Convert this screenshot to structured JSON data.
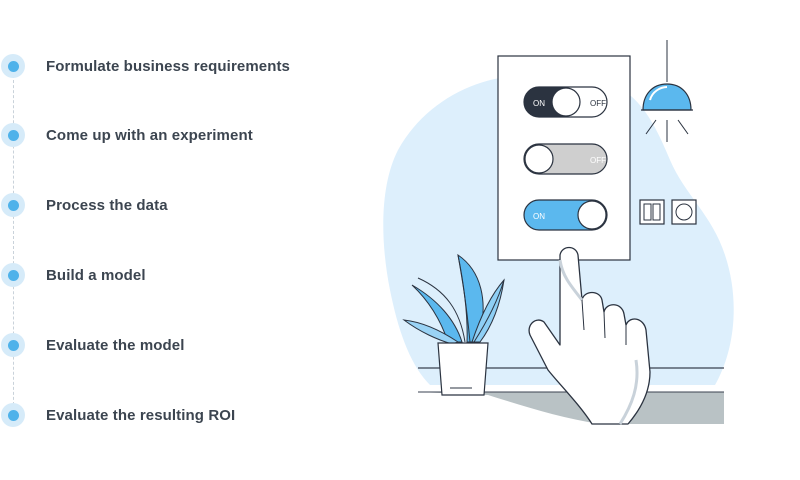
{
  "steps": [
    {
      "label": "Formulate business requirements"
    },
    {
      "label": "Come up with an experiment"
    },
    {
      "label": "Process the data"
    },
    {
      "label": "Build a model"
    },
    {
      "label": "Evaluate the model"
    },
    {
      "label": "Evaluate the resulting ROI"
    }
  ],
  "switch_panel": {
    "toggle_1": {
      "on": "ON",
      "off": "OFF",
      "state": "on"
    },
    "toggle_2": {
      "off": "OFF",
      "state": "off"
    },
    "toggle_3": {
      "on": "ON",
      "state": "on"
    }
  },
  "colors": {
    "accent": "#4fb2ea",
    "accent_light": "#d6ebf9",
    "blob": "#ddeffc",
    "text": "#3c4550",
    "dark": "#2b3340",
    "floor": "#b9c2c5"
  },
  "icons": [
    "hanging-lamp-icon",
    "plant-icon",
    "pointing-hand-icon",
    "light-switch-icon",
    "round-switch-icon"
  ]
}
